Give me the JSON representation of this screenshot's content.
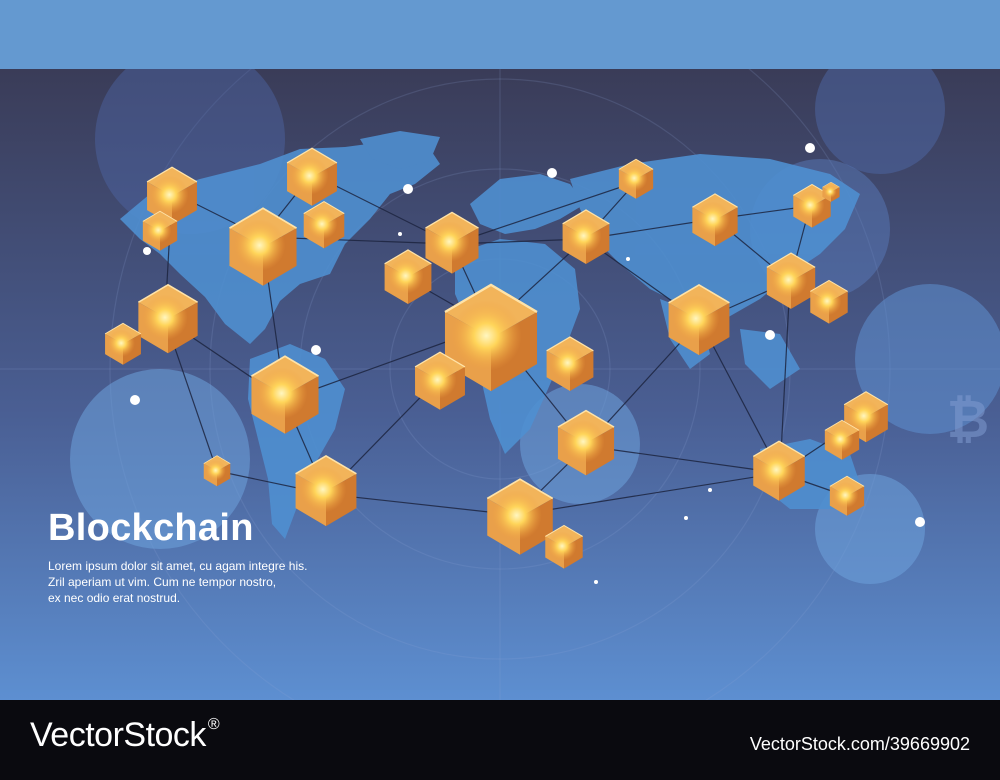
{
  "colors": {
    "band": "#6499d0",
    "background_top": "#3a3c58",
    "background_bottom": "#5d8fd1",
    "map": "#4f8fd0",
    "cube_light": "#ffd35a",
    "cube_dark": "#d07a2f",
    "footer": "#0a0a0f"
  },
  "content": {
    "title": "Blockchain",
    "body_lines": [
      "Lorem ipsum dolor sit amet, cu agam integre his.",
      "Zril aperiam ut vim. Cum ne tempor nostro,",
      "ex nec odio erat nostrud."
    ]
  },
  "footer": {
    "logo": "VectorStock",
    "logo_mark": "®",
    "image_id": "VectorStock.com/39669902"
  },
  "icons": [
    "world-map-icon",
    "bitcoin-icon",
    "network-cube-icon"
  ]
}
